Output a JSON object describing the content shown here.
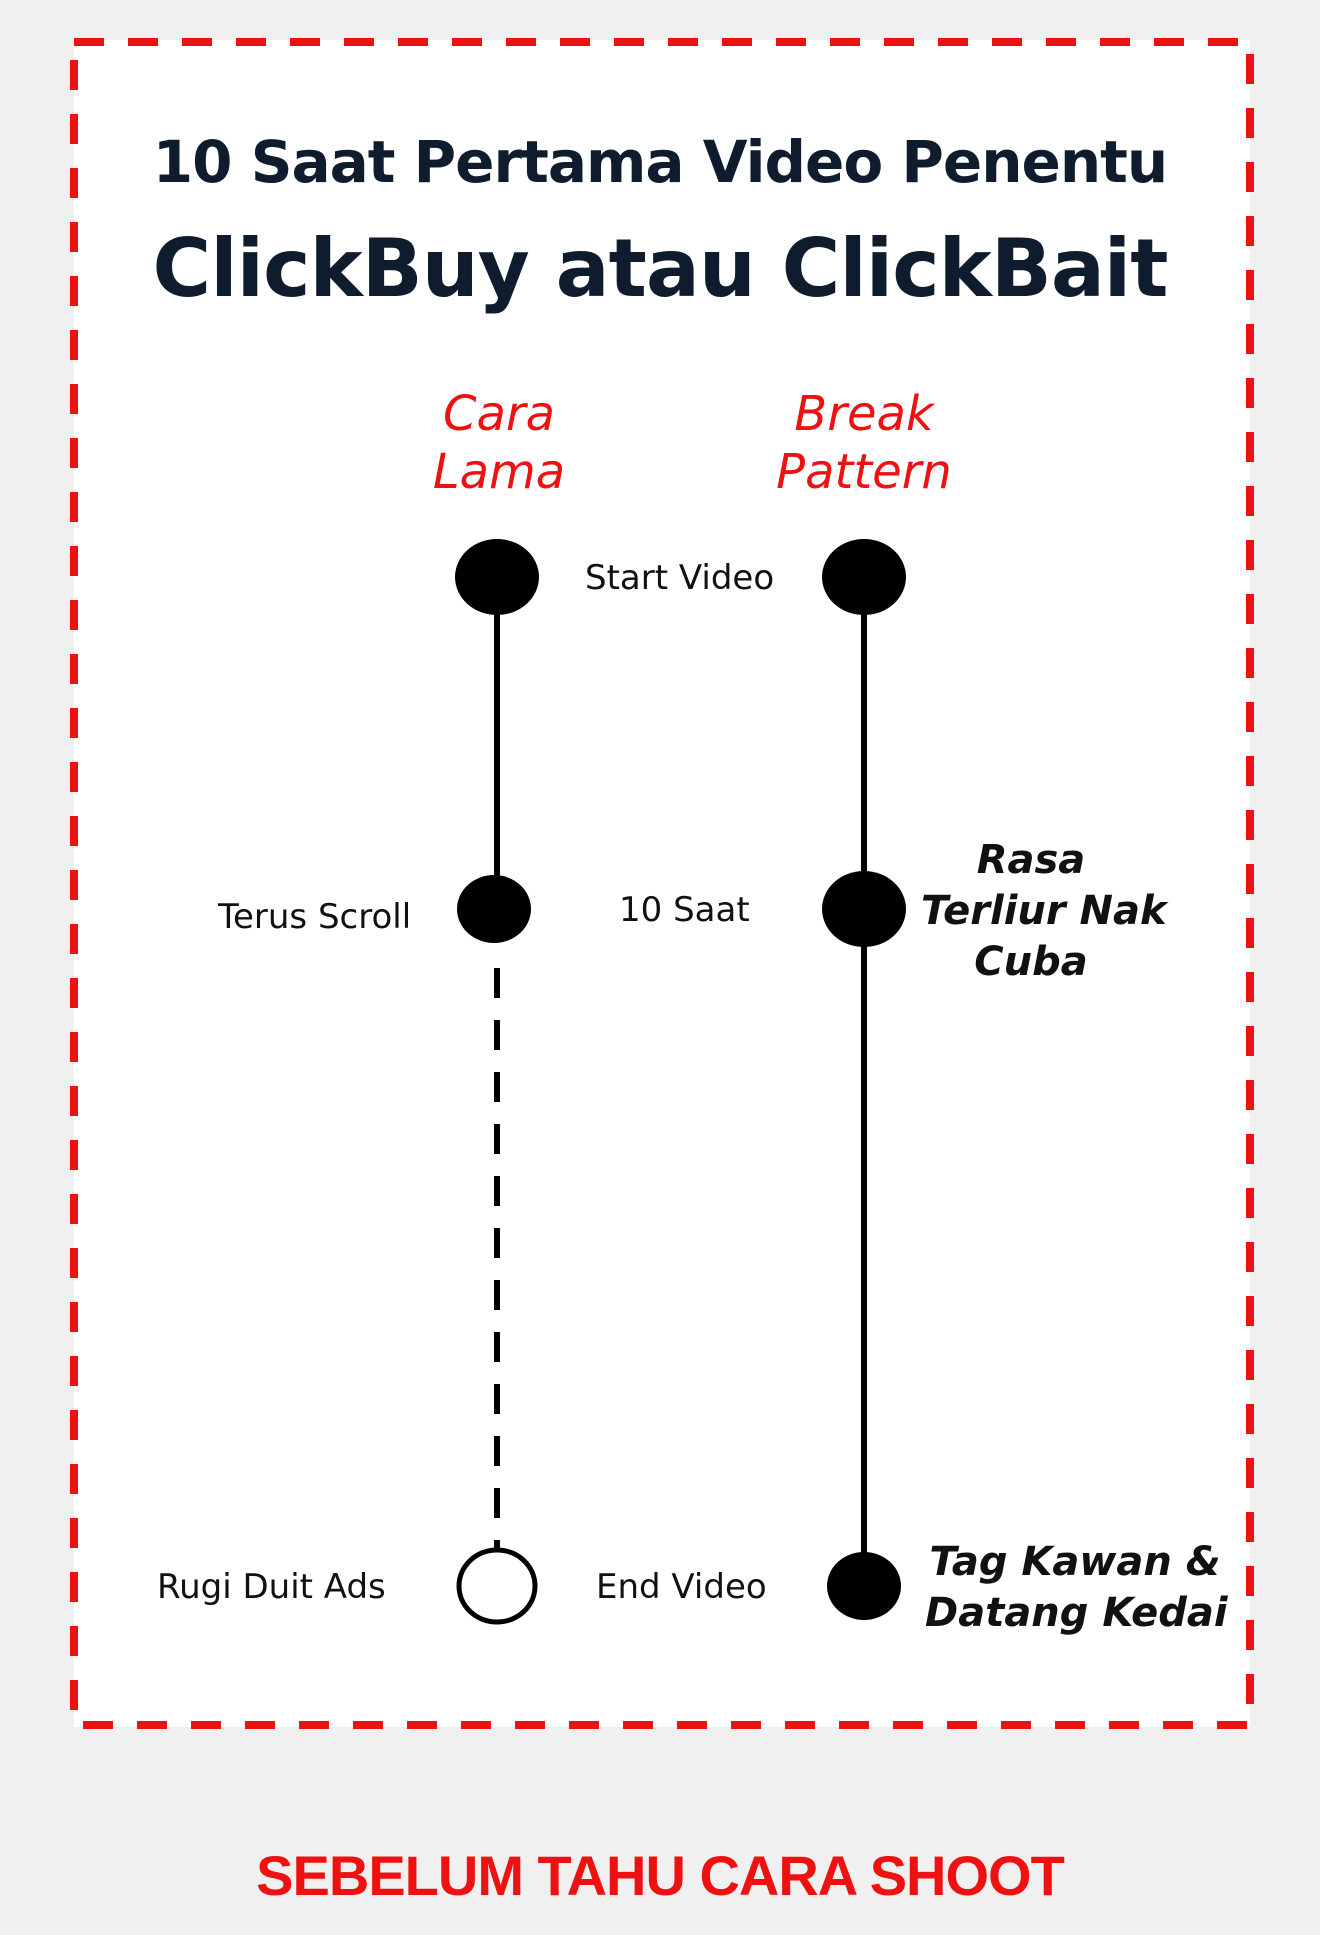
{
  "title": {
    "line1": "10 Saat Pertama Video Penentu",
    "line2": "ClickBuy atau ClickBait"
  },
  "columns": {
    "left_header": [
      "Cara",
      "Lama"
    ],
    "right_header": [
      "Break",
      "Pattern"
    ]
  },
  "stages": {
    "start": "Start Video",
    "ten_seconds": "10 Saat",
    "end": "End Video"
  },
  "left_path": {
    "ten_seconds_label": "Terus Scroll",
    "end_label": "Rugi Duit Ads"
  },
  "right_path": {
    "ten_seconds_callout": [
      "Rasa",
      "Terliur Nak",
      "Cuba"
    ],
    "end_callout": [
      "Tag Kawan &",
      "Datang Kedai"
    ]
  },
  "footer": "SEBELUM TAHU CARA SHOOT",
  "colors": {
    "accent_red": "#ee1111",
    "title_navy": "#0f1c2e",
    "node_black": "#000000"
  }
}
